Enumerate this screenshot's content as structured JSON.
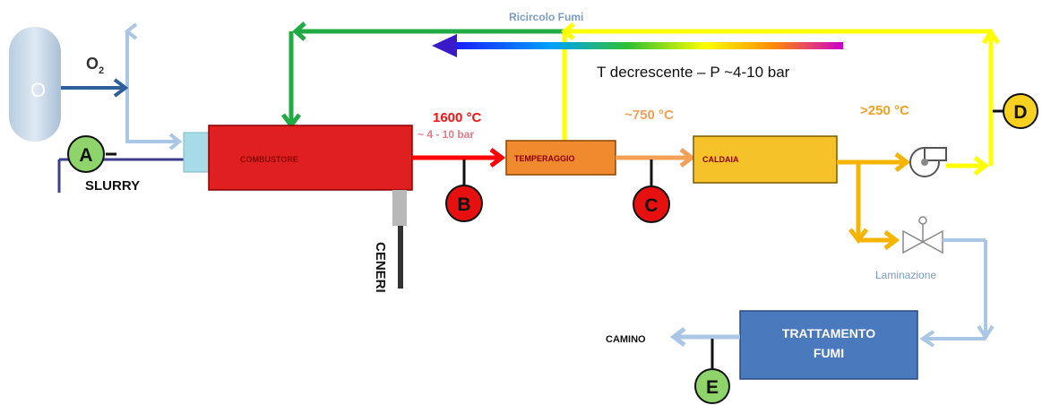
{
  "colors": {
    "combustore": "#e02020",
    "temperaggio": "#f08a2e",
    "caldaia": "#f6c22a",
    "trattamento": "#4a79bd",
    "green_marker": "#8ed46a",
    "red_marker": "#e61010",
    "yellow_marker": "#f7d020",
    "recirc_green": "#22aa44",
    "recirc_yellow": "#ffff00",
    "pipe_light_blue": "#a9c6e4",
    "pipe_dark_blue": "#2f5f9a",
    "arrow_red": "#ff0000",
    "arrow_orange": "#f4a056",
    "arrow_amber": "#f5b400"
  },
  "labels": {
    "ricircolo": "Ricircolo Fumi",
    "gradient_note": "T decrescente – P ~4-10 bar",
    "o2": "O",
    "o2_sub": "2",
    "tank_label": "O",
    "slurry": "SLURRY",
    "ceneri": "CENERI",
    "temp_b": "1600 °C",
    "pressure_b": "~ 4 - 10 bar",
    "temp_c": "~750 °C",
    "temp_d": ">250 °C",
    "laminazione": "Laminazione",
    "camino": "CAMINO"
  },
  "units": {
    "combustore": "COMBUSTORE",
    "temperaggio": "TEMPERAGGIO",
    "caldaia": "CALDAIA",
    "trattamento_line1": "TRATTAMENTO",
    "trattamento_line2": "FUMI"
  },
  "markers": {
    "a": "A",
    "b": "B",
    "c": "C",
    "d": "D",
    "e": "E"
  }
}
